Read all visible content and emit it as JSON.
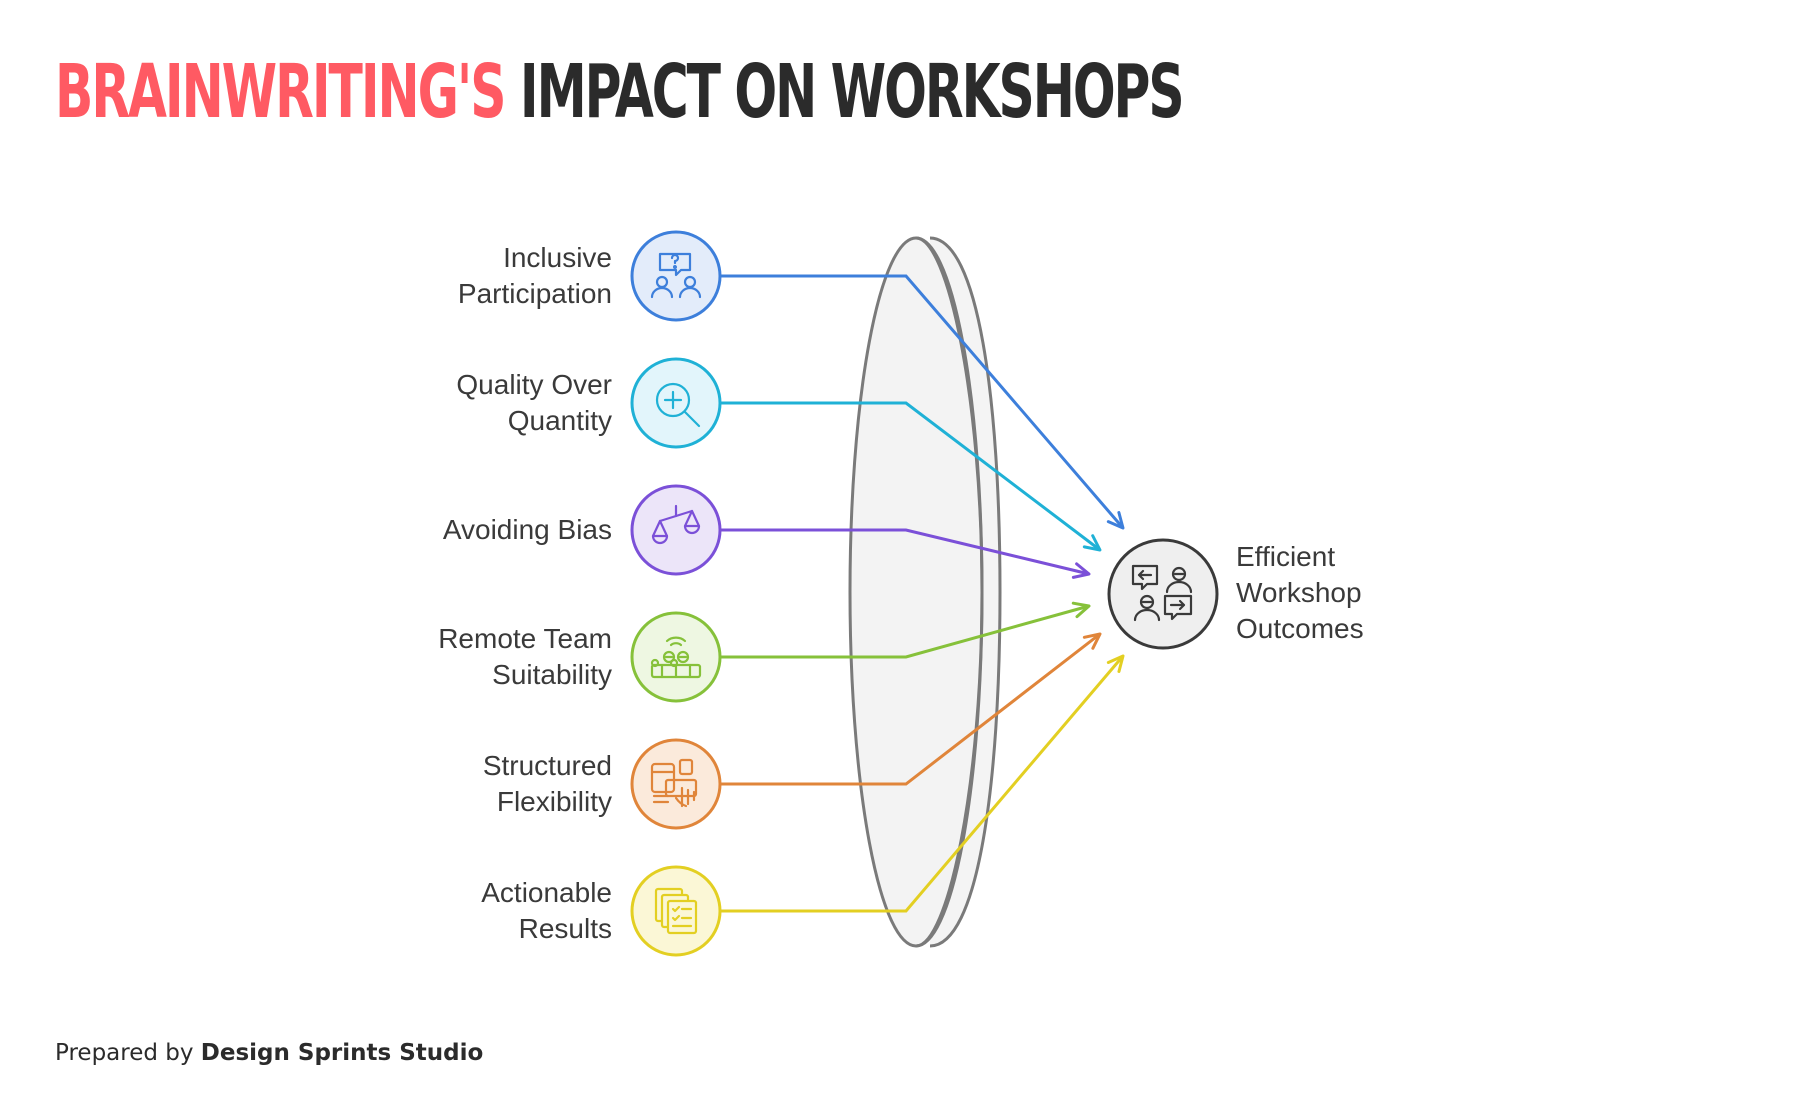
{
  "title": {
    "accent": "BRAINWRITING'S",
    "rest": "IMPACT ON WORKSHOPS"
  },
  "inputs": [
    {
      "lines": [
        "Inclusive",
        "Participation"
      ],
      "icon": "participants-question-icon",
      "color": "#3d7fdb",
      "fill": "#e3ecfa"
    },
    {
      "lines": [
        "Quality Over",
        "Quantity"
      ],
      "icon": "magnifier-plus-icon",
      "color": "#1fb1d6",
      "fill": "#e2f5fb"
    },
    {
      "lines": [
        "Avoiding Bias"
      ],
      "icon": "balance-scale-icon",
      "color": "#7b50d8",
      "fill": "#ece5f9"
    },
    {
      "lines": [
        "Remote Team",
        "Suitability"
      ],
      "icon": "remote-team-icon",
      "color": "#86c13a",
      "fill": "#eef7e2"
    },
    {
      "lines": [
        "Structured",
        "Flexibility"
      ],
      "icon": "structured-layout-icon",
      "color": "#e0853a",
      "fill": "#fbeadb"
    },
    {
      "lines": [
        "Actionable",
        "Results"
      ],
      "icon": "checklist-documents-icon",
      "color": "#e3cf22",
      "fill": "#fbf7d6"
    }
  ],
  "outcome": {
    "lines": [
      "Efficient",
      "Workshop",
      "Outcomes"
    ],
    "icon": "discussion-exchange-icon",
    "color": "#3a3a3a",
    "fill": "#efefef"
  },
  "lens": {
    "icon": "lens-icon",
    "fill": "#f2f2f2",
    "stroke": "#7a7a7a"
  },
  "footer": {
    "prefix": "Prepared by ",
    "brand": "Design Sprints Studio"
  }
}
